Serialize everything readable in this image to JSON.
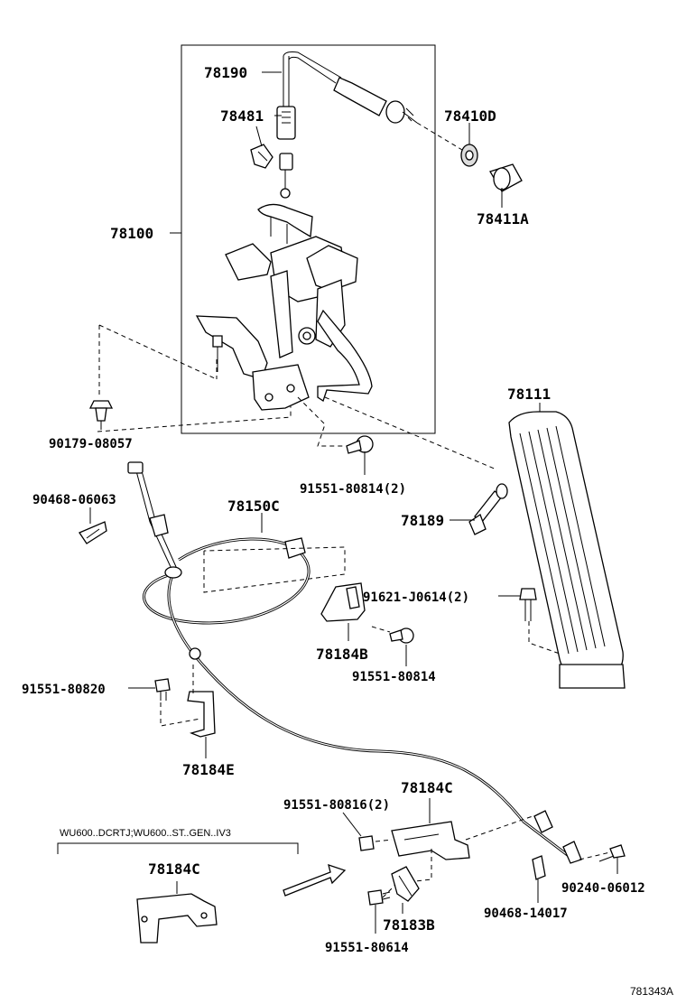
{
  "labels": {
    "p78190": "78190",
    "p78481": "78481",
    "p78410d": "78410D",
    "p78411a": "78411A",
    "p78100": "78100",
    "p90179": "90179-08057",
    "p91551_80814_2": "91551-80814(2)",
    "p78111": "78111",
    "p90468_06063": "90468-06063",
    "p78150c": "78150C",
    "p78189": "78189",
    "p91621": "91621-J0614(2)",
    "p78184b": "78184B",
    "p91551_80814": "91551-80814",
    "p91551_80820": "91551-80820",
    "p78184e": "78184E",
    "p78184c_top": "78184C",
    "p91551_80816": "91551-80816(2)",
    "p78184c_left": "78184C",
    "p78183b": "78183B",
    "p91551_80614": "91551-80614",
    "p90240": "90240-06012",
    "p90468_14017": "90468-14017"
  },
  "applicability_note": "WU600..DCRTJ;WU600..ST..GEN..IV3",
  "diagram_ref": "781343A"
}
